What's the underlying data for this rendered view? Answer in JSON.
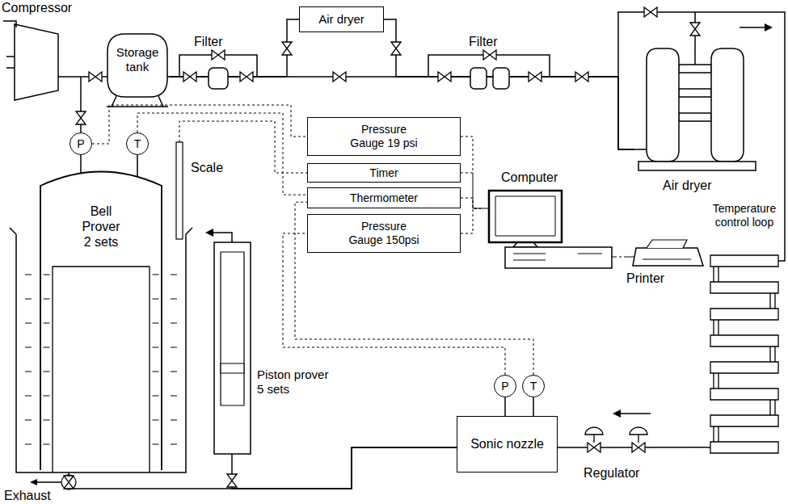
{
  "diagram": {
    "nodes": [
      {
        "text": [
          "Compressor"
        ]
      },
      {
        "text": [
          "Storage tank"
        ]
      },
      {
        "text": [
          "Air dryer"
        ]
      },
      {
        "text": [
          "Pressure Gauge 19 psi"
        ]
      },
      {
        "text": [
          "Timer"
        ]
      },
      {
        "text": [
          "Thermometer"
        ]
      },
      {
        "text": [
          "Pressure Gauge 150psi"
        ]
      },
      {
        "text": [
          "Computer"
        ]
      },
      {
        "text": [
          "Printer"
        ]
      },
      {
        "text": [
          "P"
        ]
      },
      {
        "text": [
          "T"
        ]
      },
      {
        "text": [
          "Bell Prover 2 sets"
        ]
      },
      {
        "text": [
          "Piston prover 5 sets"
        ]
      },
      {
        "text": [
          "P"
        ]
      },
      {
        "text": [
          "T"
        ]
      },
      {
        "text": [
          "Sonic nozzle"
        ]
      },
      {
        "text": [
          "Air dryer"
        ]
      },
      {
        "text": [
          "Temperature control loop"
        ]
      }
    ],
    "edges": [
      {
        "from": 0,
        "to": 1,
        "arrow": "none"
      },
      {
        "from": 0,
        "to": 9,
        "arrow": "none"
      },
      {
        "from": 1,
        "to": 2,
        "arrow": "none"
      },
      {
        "from": 2,
        "to": 16,
        "arrow": "none"
      },
      {
        "from": 1,
        "to": 16,
        "arrow": "none"
      },
      {
        "from": 16,
        "to": 17,
        "arrow": "none"
      },
      {
        "from": 17,
        "to": 15,
        "arrow": "none"
      },
      {
        "from": 15,
        "to": 12,
        "arrow": "none"
      },
      {
        "from": 15,
        "to": 11,
        "arrow": "none"
      },
      {
        "from": 9,
        "to": 3,
        "arrow": "none"
      },
      {
        "from": 10,
        "to": 5,
        "arrow": "none"
      },
      {
        "from": 13,
        "to": 6,
        "arrow": "none"
      },
      {
        "from": 14,
        "to": 5,
        "arrow": "none"
      },
      {
        "from": 3,
        "to": 7,
        "arrow": "none"
      },
      {
        "from": 4,
        "to": 7,
        "arrow": "none"
      },
      {
        "from": 5,
        "to": 7,
        "arrow": "none"
      },
      {
        "from": 6,
        "to": 7,
        "arrow": "none"
      },
      {
        "from": 7,
        "to": 8,
        "arrow": "none"
      }
    ],
    "labels": [
      "Filter",
      "Filter",
      "Scale",
      "Regulator",
      "Exhaust"
    ]
  }
}
